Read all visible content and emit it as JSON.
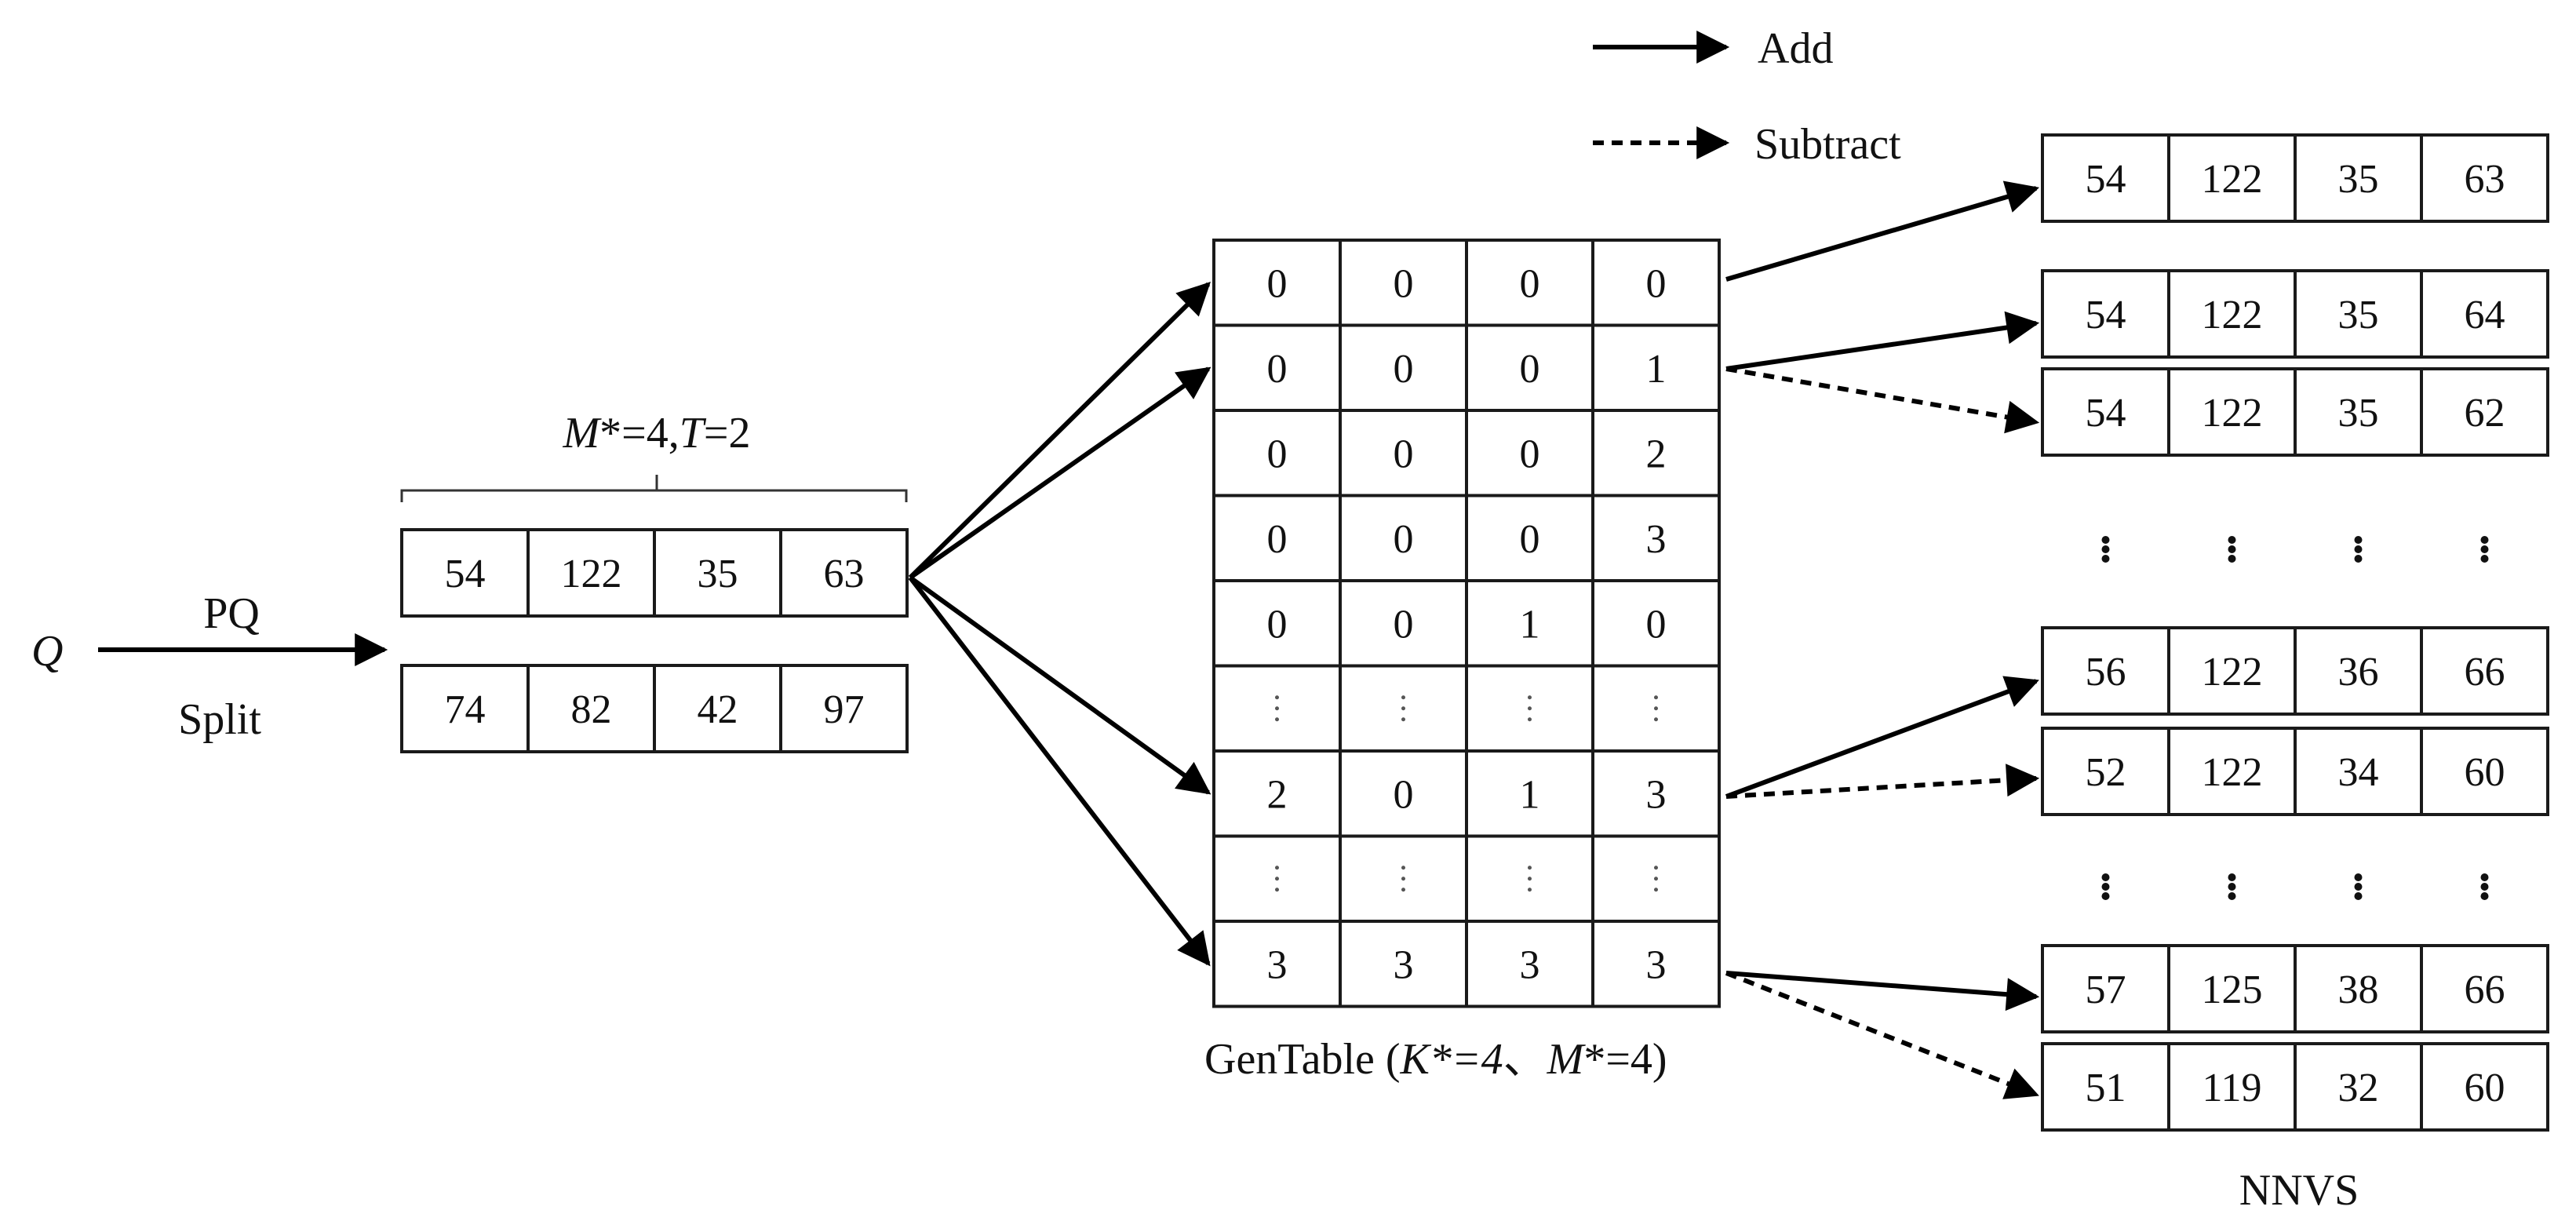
{
  "legend": {
    "add_label": "Add",
    "subtract_label": "Subtract"
  },
  "query": {
    "symbol": "Q",
    "pq_label": "PQ",
    "split_label": "Split"
  },
  "split_params": {
    "m": "M",
    "m_value": "*=4,",
    "t": "T",
    "t_value": "=2"
  },
  "sub_vectors": [
    [
      "54",
      "122",
      "35",
      "63"
    ],
    [
      "74",
      "82",
      "42",
      "97"
    ]
  ],
  "gen_table": {
    "caption_prefix": "GenTable (",
    "caption_k": "K",
    "caption_k_value": "*=4",
    "caption_sep": "、",
    "caption_m": "M",
    "caption_m_value": "*=4)",
    "rows": [
      [
        "0",
        "0",
        "0",
        "0"
      ],
      [
        "0",
        "0",
        "0",
        "1"
      ],
      [
        "0",
        "0",
        "0",
        "2"
      ],
      [
        "0",
        "0",
        "0",
        "3"
      ],
      [
        "0",
        "0",
        "1",
        "0"
      ],
      null,
      [
        "2",
        "0",
        "1",
        "3"
      ],
      null,
      [
        "3",
        "3",
        "3",
        "3"
      ]
    ]
  },
  "nnvs": {
    "label": "NNVS",
    "groups": [
      [
        [
          "54",
          "122",
          "35",
          "63"
        ]
      ],
      [
        [
          "54",
          "122",
          "35",
          "64"
        ],
        [
          "54",
          "122",
          "35",
          "62"
        ]
      ],
      null,
      [
        [
          "56",
          "122",
          "36",
          "66"
        ],
        [
          "52",
          "122",
          "34",
          "60"
        ]
      ],
      null,
      [
        [
          "57",
          "125",
          "38",
          "66"
        ],
        [
          "51",
          "119",
          "32",
          "60"
        ]
      ]
    ]
  },
  "colors": {
    "line": "#000000",
    "border": "#1a1a1a",
    "background": "#ffffff"
  }
}
